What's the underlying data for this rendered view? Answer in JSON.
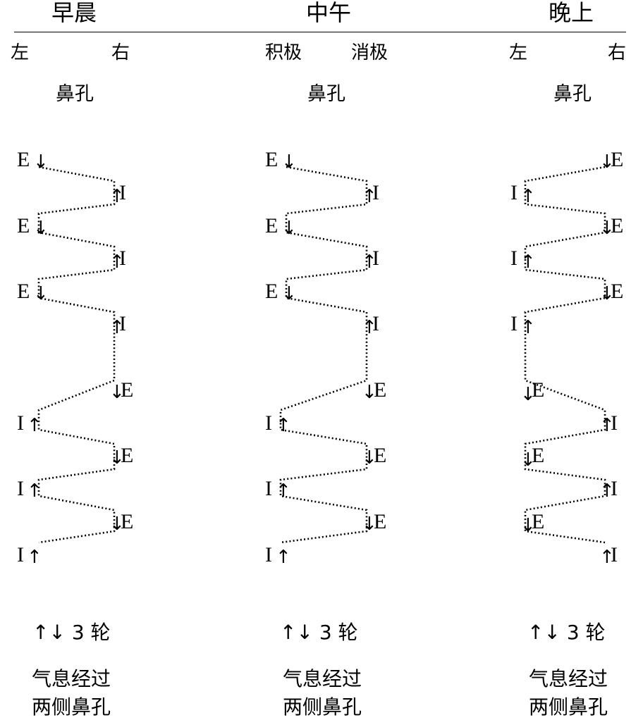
{
  "columns": [
    {
      "id": "morning",
      "title": "早晨",
      "side_left": "左",
      "side_right": "右",
      "nostril_label": "鼻孔",
      "letters": {
        "row1": "E",
        "row2": "I",
        "row3": "E",
        "row4": "I",
        "row5": "E",
        "row6": "I",
        "row7": "E",
        "row8": "I",
        "row9": "E",
        "row10": "I",
        "row11": "E",
        "row12": "I"
      },
      "rounds": "↑↓ 3 轮",
      "caption_line1": "气息经过",
      "caption_line2": "两侧鼻孔"
    },
    {
      "id": "noon",
      "title": "中午",
      "side_left": "积极",
      "side_right": "消极",
      "nostril_label": "鼻孔",
      "letters": {
        "row1": "E",
        "row2": "I",
        "row3": "E",
        "row4": "I",
        "row5": "E",
        "row6": "I",
        "row7": "E",
        "row8": "I",
        "row9": "E",
        "row10": "I",
        "row11": "E",
        "row12": "I"
      },
      "rounds": "↑↓ 3 轮",
      "caption_line1": "气息经过",
      "caption_line2": "两侧鼻孔"
    },
    {
      "id": "evening",
      "title": "晚上",
      "side_left": "左",
      "side_right": "右",
      "nostril_label": "鼻孔",
      "letters": {
        "row1": "E",
        "row2": "I",
        "row3": "E",
        "row4": "I",
        "row5": "E",
        "row6": "I",
        "row7": "E",
        "row8": "I",
        "row9": "E",
        "row10": "I",
        "row11": "E",
        "row12": "I"
      },
      "rounds": "↑↓ 3 轮",
      "caption_line1": "气息经过",
      "caption_line2": "两侧鼻孔"
    }
  ]
}
